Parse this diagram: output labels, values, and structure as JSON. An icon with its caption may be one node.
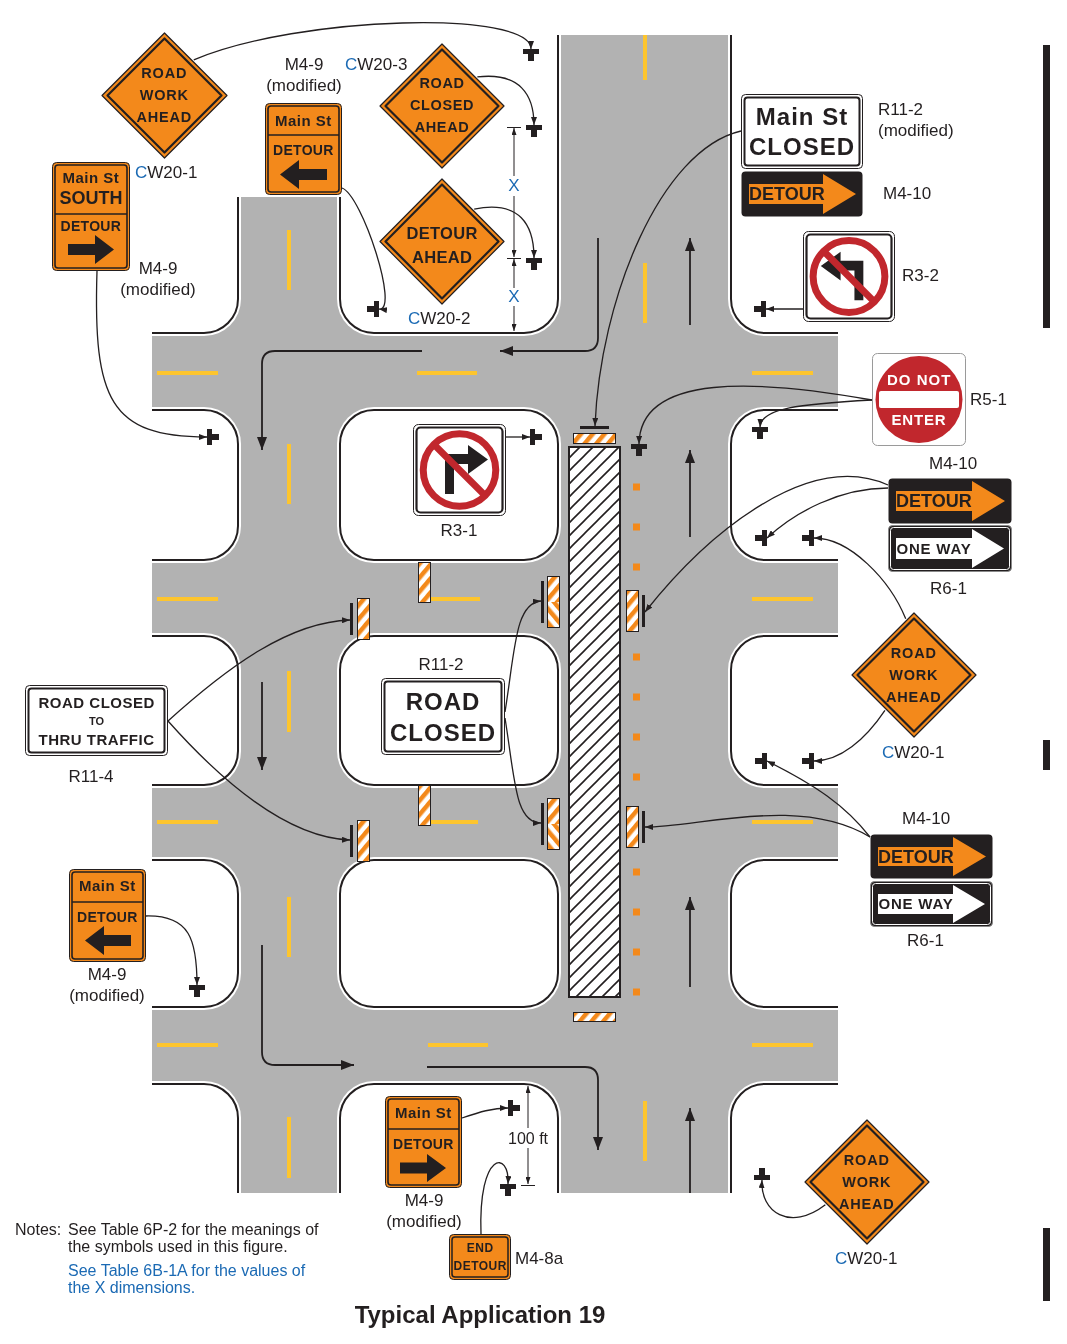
{
  "diagram": {
    "title": "Typical Application 19",
    "nodes": [
      {
        "text": [
          "ROAD WORK AHEAD"
        ],
        "beside": [
          "CW20-1"
        ]
      },
      {
        "text": [
          "Main St",
          "DETOUR"
        ],
        "beside": [
          "M4-9 (modified)"
        ]
      },
      {
        "text": [
          "ROAD CLOSED AHEAD"
        ],
        "beside": [
          "CW20-3"
        ]
      },
      {
        "text": [
          "Main St CLOSED"
        ],
        "beside": [
          "R11-2 (modified)"
        ]
      },
      {
        "text": [
          "Main St",
          "SOUTH",
          "DETOUR"
        ],
        "beside": [
          "M4-9 (modified)"
        ]
      },
      {
        "text": [
          "DETOUR"
        ],
        "beside": [
          "M4-10"
        ]
      },
      {
        "text": [
          "DETOUR AHEAD"
        ],
        "beside": [
          "CW20-2"
        ]
      },
      {
        "text": [],
        "shape": "picture",
        "beside": [
          "R3-2"
        ]
      },
      {
        "text": [
          "DO NOT",
          "ENTER"
        ],
        "beside": [
          "R5-1"
        ]
      },
      {
        "text": [],
        "shape": "picture",
        "beside": [
          "R3-1"
        ]
      },
      {
        "text": [
          "DETOUR"
        ],
        "beside": [
          "M4-10"
        ]
      },
      {
        "text": [
          "ONE WAY"
        ],
        "beside": [
          "R6-1"
        ]
      },
      {
        "text": [
          "ROAD WORK AHEAD"
        ],
        "beside": [
          "CW20-1"
        ]
      },
      {
        "text": [
          "ROAD CLOSED"
        ],
        "beside": [
          "R11-2"
        ]
      },
      {
        "text": [
          "ROAD CLOSED",
          "TO",
          "THRU TRAFFIC"
        ],
        "beside": [
          "R11-4"
        ]
      },
      {
        "text": [
          "DETOUR"
        ],
        "beside": [
          "M4-10"
        ]
      },
      {
        "text": [
          "ONE WAY"
        ],
        "beside": [
          "R6-1"
        ]
      },
      {
        "text": [
          "Main St",
          "DETOUR"
        ],
        "beside": [
          "M4-9 (modified)"
        ]
      },
      {
        "text": [
          "Main St",
          "DETOUR"
        ],
        "beside": [
          "M4-9 (modified)"
        ]
      },
      {
        "text": [
          "END DETOUR"
        ],
        "beside": [
          "M4-8a"
        ]
      },
      {
        "text": [
          "ROAD WORK AHEAD"
        ],
        "beside": [
          "CW20-1"
        ]
      },
      {
        "text": [],
        "shape": "post"
      },
      {
        "text": [],
        "shape": "post"
      },
      {
        "text": [],
        "shape": "post"
      },
      {
        "text": [],
        "shape": "post"
      },
      {
        "text": [],
        "shape": "post"
      },
      {
        "text": [],
        "shape": "post"
      },
      {
        "text": [],
        "shape": "post"
      },
      {
        "text": [],
        "shape": "post"
      },
      {
        "text": [],
        "shape": "post"
      },
      {
        "text": [],
        "shape": "post"
      },
      {
        "text": [],
        "shape": "post"
      },
      {
        "text": [],
        "shape": "post"
      },
      {
        "text": [],
        "shape": "post"
      },
      {
        "text": [],
        "shape": "post"
      },
      {
        "text": [],
        "shape": "post"
      },
      {
        "text": [],
        "shape": "post"
      },
      {
        "text": [],
        "shape": "post"
      },
      {
        "text": [],
        "shape": "barricade"
      },
      {
        "text": [],
        "shape": "barricade"
      },
      {
        "text": [],
        "shape": "barricade"
      },
      {
        "text": [],
        "shape": "barricade"
      },
      {
        "text": [],
        "shape": "barricade"
      },
      {
        "text": [],
        "shape": "barricade"
      },
      {
        "text": [],
        "shape": "barricade"
      }
    ],
    "edges": [
      {
        "from": 0,
        "to": 21,
        "arrow": "to"
      },
      {
        "from": 2,
        "to": 22,
        "arrow": "to"
      },
      {
        "from": 6,
        "to": 23,
        "arrow": "to"
      },
      {
        "from": 1,
        "to": 24,
        "arrow": "to"
      },
      {
        "from": 4,
        "to": 25,
        "arrow": "to"
      },
      {
        "from": 9,
        "to": 26,
        "arrow": "to"
      },
      {
        "from": 3,
        "to": 44,
        "arrow": "to"
      },
      {
        "from": 7,
        "to": 27,
        "arrow": "to"
      },
      {
        "from": 8,
        "to": 28,
        "arrow": "to"
      },
      {
        "from": 8,
        "to": 29,
        "arrow": "to"
      },
      {
        "from": 10,
        "to": 30,
        "arrow": "to"
      },
      {
        "from": 10,
        "to": 42,
        "arrow": "to"
      },
      {
        "from": 12,
        "to": 31,
        "arrow": "to"
      },
      {
        "from": 12,
        "to": 33,
        "arrow": "to"
      },
      {
        "from": 15,
        "to": 32,
        "arrow": "to"
      },
      {
        "from": 15,
        "to": 43,
        "arrow": "to"
      },
      {
        "from": 14,
        "to": 38,
        "arrow": "to"
      },
      {
        "from": 14,
        "to": 39,
        "arrow": "to"
      },
      {
        "from": 13,
        "to": 40,
        "arrow": "to"
      },
      {
        "from": 13,
        "to": 41,
        "arrow": "to"
      },
      {
        "from": 17,
        "to": 34,
        "arrow": "to"
      },
      {
        "from": 18,
        "to": 35,
        "arrow": "to"
      },
      {
        "from": 19,
        "to": 36,
        "arrow": "to"
      },
      {
        "from": 20,
        "to": 37,
        "arrow": "to"
      }
    ],
    "labels": [
      "X",
      "X",
      "100 ft",
      "Notes:",
      "See Table 6P-2 for the meanings of the symbols used in this figure.",
      "See Table 6B-1A for the values of the X dimensions."
    ]
  }
}
